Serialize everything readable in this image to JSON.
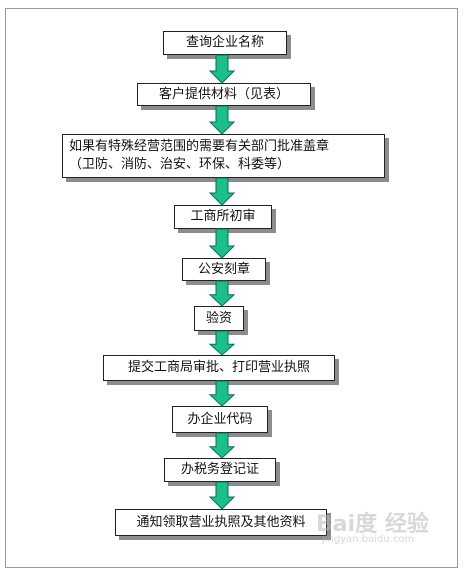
{
  "steps": [
    {
      "label": "查询企业名称"
    },
    {
      "label": "客户提供材料（见表）"
    },
    {
      "label_line1": "如果有特殊经营范围的需要有关部门批准盖章",
      "label_line2": "（卫防、消防、治安、环保、科委等）"
    },
    {
      "label": "工商所初审"
    },
    {
      "label": "公安刻章"
    },
    {
      "label": "验资"
    },
    {
      "label": "提交工商局审批、打印营业执照"
    },
    {
      "label": "办企业代码"
    },
    {
      "label": "办税务登记证"
    },
    {
      "label": "通知领取营业执照及其他资料"
    }
  ],
  "watermark": {
    "brand": "Bai度 经验",
    "url": "jingyan.baidu.com"
  },
  "colors": {
    "arrow_fill": "#19c08a",
    "arrow_stroke": "#0c6e4f",
    "box_border": "#222222",
    "box_shadow": "#8c8c8c",
    "frame_border": "#9a9a9a"
  }
}
